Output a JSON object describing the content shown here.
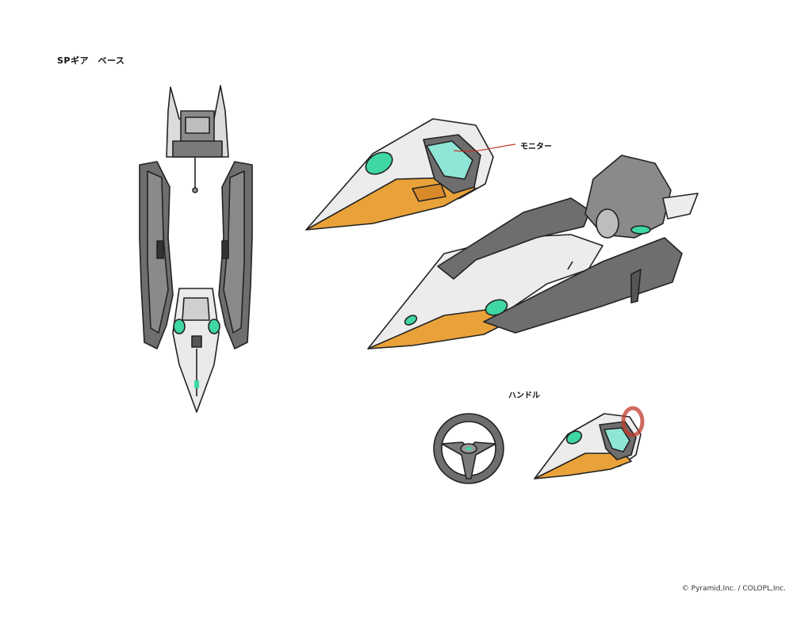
{
  "sheet": {
    "title": "SPギア　ベース",
    "labels": {
      "monitor": "モニター",
      "handle": "ハンドル"
    },
    "copyright": "© Pyramid,Inc. / COLOPL,Inc."
  },
  "palette": {
    "body_dark": "#6e6e6e",
    "body_light": "#ececec",
    "hull_orange": "#e9a23a",
    "screen_cyan": "#8fe6d6",
    "glow_green": "#3fd7a3",
    "outline": "#222222",
    "callout_red": "#c0392b"
  }
}
